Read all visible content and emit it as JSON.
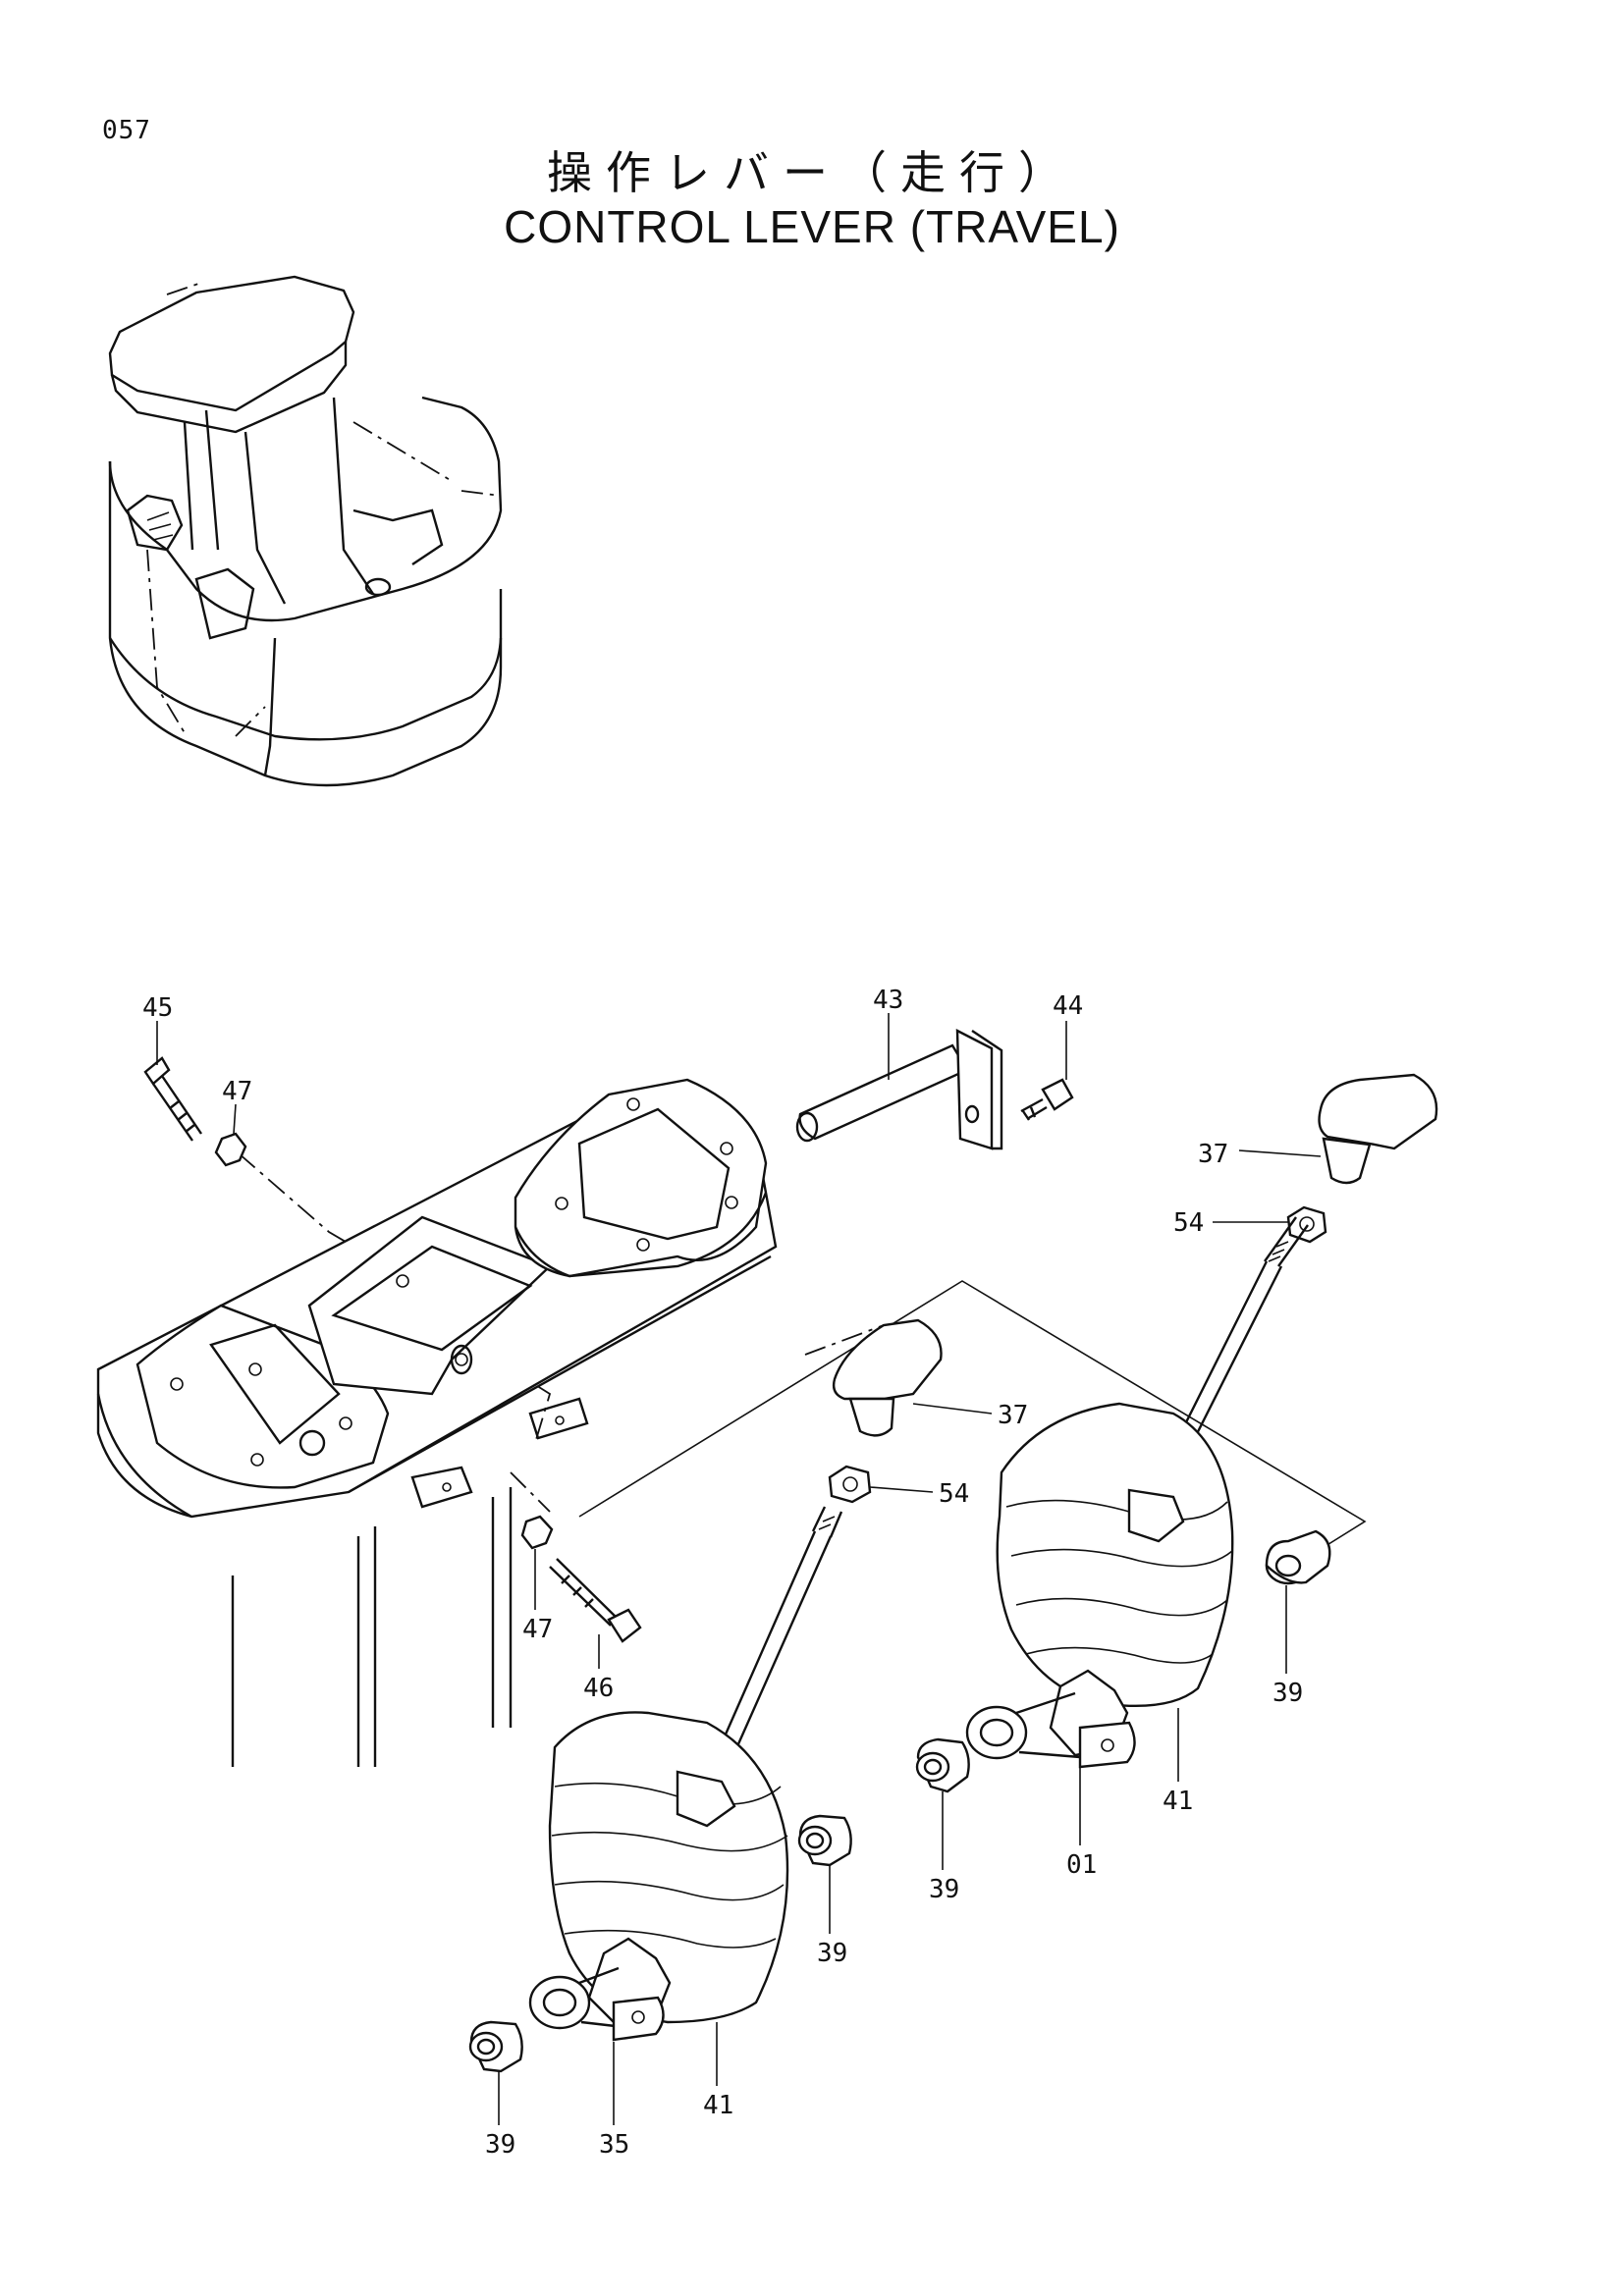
{
  "page_number": "057",
  "title": {
    "jp": "操作レバー（走行）",
    "en": "CONTROL LEVER (TRAVEL)"
  },
  "callouts": {
    "p45": "45",
    "p47a": "47",
    "p43": "43",
    "p44": "44",
    "p37a": "37",
    "p54a": "54",
    "p37b": "37",
    "p54b": "54",
    "p47b": "47",
    "p46": "46",
    "p39a": "39",
    "p41a": "41",
    "p01": "01",
    "p39b": "39",
    "p39c": "39",
    "p41b": "41",
    "p39d": "39",
    "p35": "35"
  }
}
